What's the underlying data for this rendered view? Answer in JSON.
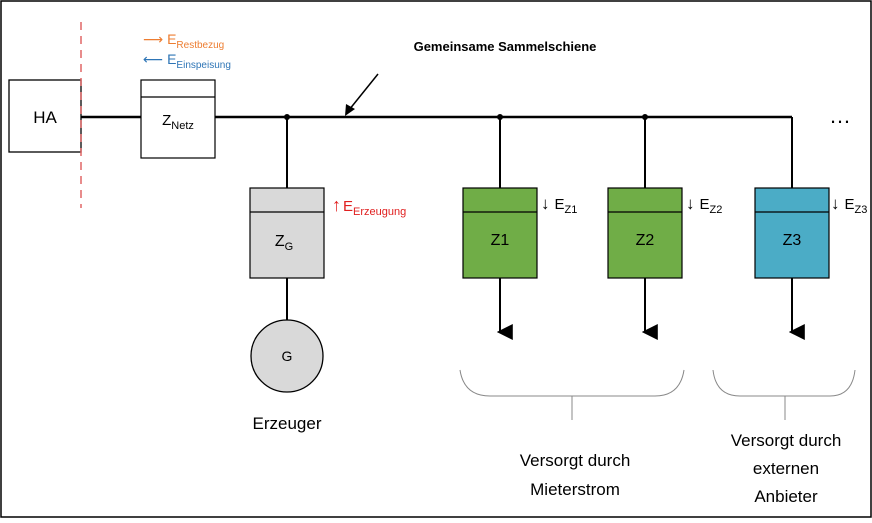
{
  "labels": {
    "ha": "HA",
    "z_netz_main": "Z",
    "z_netz_sub": "Netz",
    "restbezug_arrow": "⟶",
    "restbezug_main": "E",
    "restbezug_sub": "Restbezug",
    "einspeisung_arrow": "⟵",
    "einspeisung_main": "E",
    "einspeisung_sub": "Einspeisung",
    "busbar": "Gemeinsame Sammelschiene",
    "ellipsis": "…",
    "zg_main": "Z",
    "zg_sub": "G",
    "erzeugung_arrow": "↑",
    "erzeugung_main": "E",
    "erzeugung_sub": "Erzeugung",
    "generator": "G",
    "erzeuger": "Erzeuger",
    "z1": "Z1",
    "z2": "Z2",
    "z3": "Z3",
    "down_arrow": "↓",
    "ez1_main": "E",
    "ez1_sub": "Z1",
    "ez2_main": "E",
    "ez2_sub": "Z2",
    "ez3_main": "E",
    "ez3_sub": "Z3",
    "mieterstrom_line1": "Versorgt durch",
    "mieterstrom_line2": "Mieterstrom",
    "extern_line1": "Versorgt durch",
    "extern_line2": "externen",
    "extern_line3": "Anbieter"
  },
  "colors": {
    "restbezug": "#ED7D31",
    "einspeisung": "#2E75B6",
    "erzeugung": "#E02020",
    "meter_gray": "#D9D9D9",
    "meter_green": "#70AD47",
    "meter_blue": "#4BACC6",
    "generator_gray": "#D9D9D9",
    "boundary_red": "#E06666"
  }
}
